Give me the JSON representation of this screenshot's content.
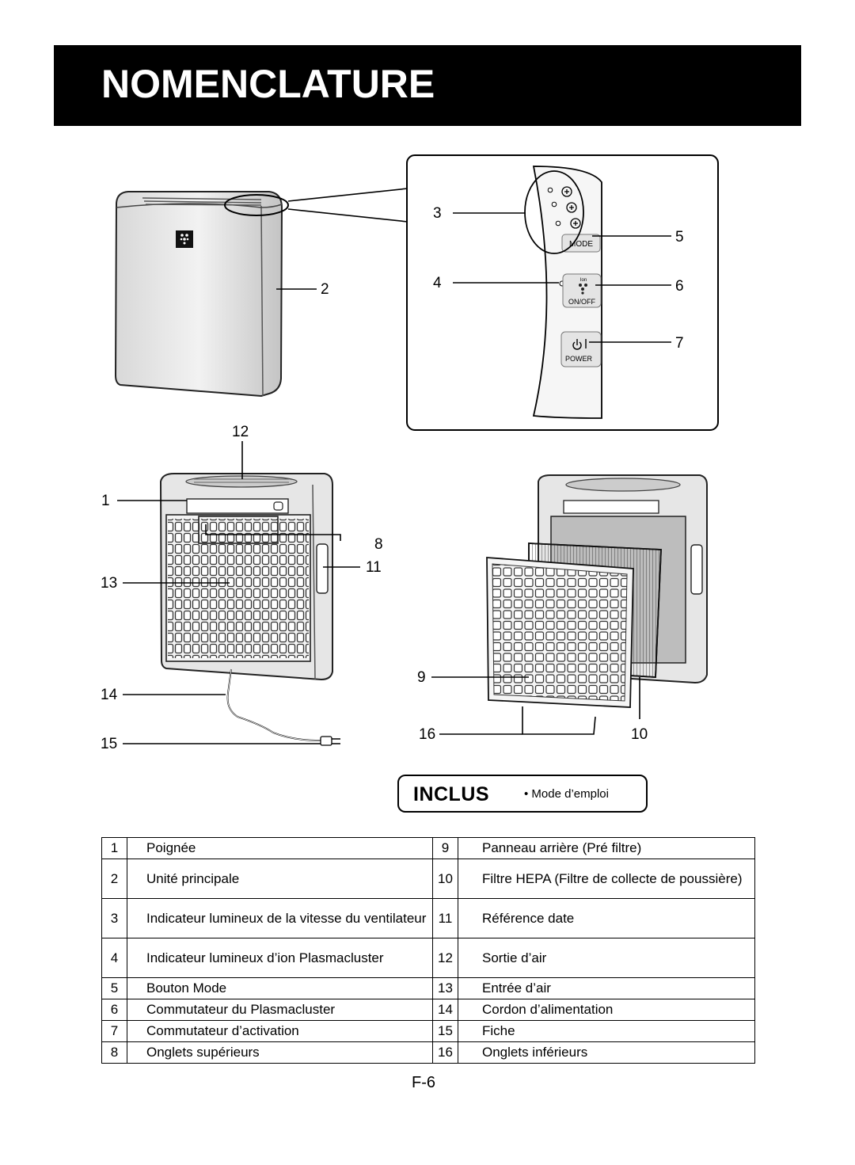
{
  "page": {
    "title": "NOMENCLATURE",
    "page_number": "F-6"
  },
  "control_panel": {
    "mode_label": "MODE",
    "ion_label": "Ion",
    "onoff_label": "ON/OFF",
    "power_label": "POWER"
  },
  "callouts": {
    "c1": "1",
    "c2": "2",
    "c3": "3",
    "c4": "4",
    "c5": "5",
    "c6": "6",
    "c7": "7",
    "c8": "8",
    "c9": "9",
    "c10": "10",
    "c11": "11",
    "c12": "12",
    "c13": "13",
    "c14": "14",
    "c15": "15",
    "c16": "16"
  },
  "inclus": {
    "title": "INCLUS",
    "item": "• Mode d’emploi"
  },
  "legend": {
    "rows": [
      {
        "n1": "1",
        "l1": "Poignée",
        "n2": "9",
        "l2": "Panneau arrière (Pré filtre)"
      },
      {
        "n1": "2",
        "l1": "Unité principale",
        "n2": "10",
        "l2": "Filtre HEPA (Filtre de collecte de poussière)"
      },
      {
        "n1": "3",
        "l1": "Indicateur lumineux de la vitesse du ventilateur",
        "n2": "11",
        "l2": "Référence date"
      },
      {
        "n1": "4",
        "l1": "Indicateur lumineux d’ion Plasmacluster",
        "n2": "12",
        "l2": "Sortie d’air"
      },
      {
        "n1": "5",
        "l1": "Bouton Mode",
        "n2": "13",
        "l2": "Entrée d’air"
      },
      {
        "n1": "6",
        "l1": "Commutateur du Plasmacluster",
        "n2": "14",
        "l2": "Cordon d’alimentation"
      },
      {
        "n1": "7",
        "l1": "Commutateur d’activation",
        "n2": "15",
        "l2": "Fiche"
      },
      {
        "n1": "8",
        "l1": "Onglets supérieurs",
        "n2": "16",
        "l2": "Onglets inférieurs"
      }
    ]
  }
}
